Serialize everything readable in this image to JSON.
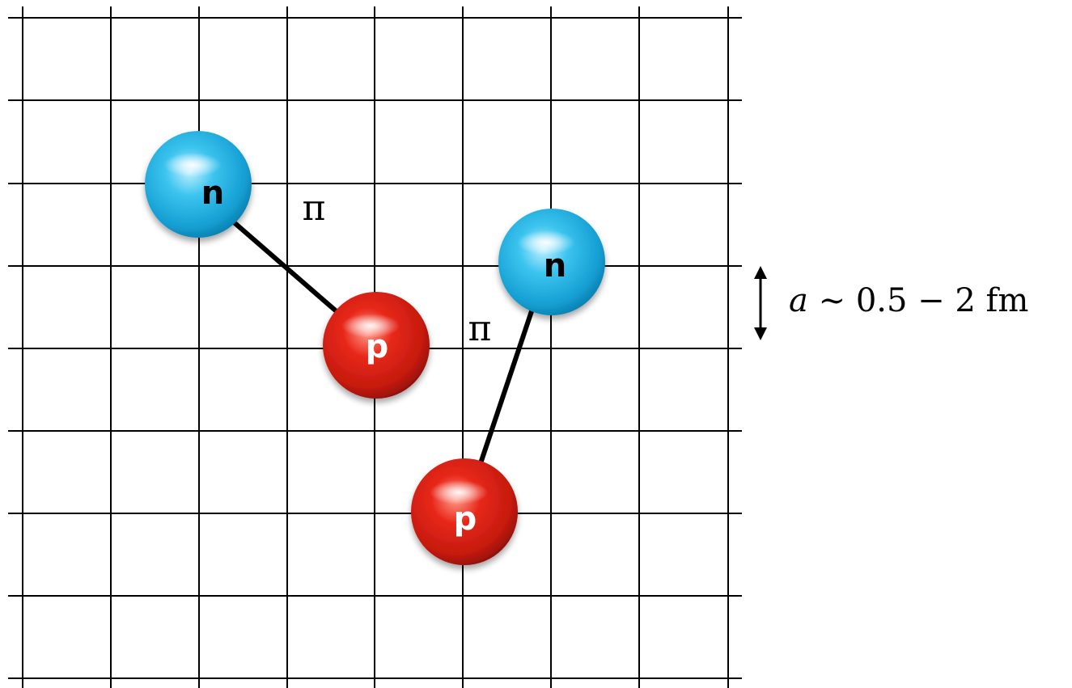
{
  "grid": {
    "line_color": "#000000"
  },
  "nucleons": [
    {
      "type": "neutron",
      "label": "n",
      "color": "#1aa7d9",
      "label_color": "#000000"
    },
    {
      "type": "proton",
      "label": "p",
      "color": "#d81e10",
      "label_color": "#ffffff"
    },
    {
      "type": "neutron",
      "label": "n",
      "color": "#1aa7d9",
      "label_color": "#000000"
    },
    {
      "type": "proton",
      "label": "p",
      "color": "#d81e10",
      "label_color": "#ffffff"
    }
  ],
  "pions": [
    {
      "label": "π"
    },
    {
      "label": "π"
    }
  ],
  "lattice_spacing": {
    "symbol": "a",
    "relation": "∼",
    "range": "0.5 − 2 fm",
    "arrow_icon": "double-headed-vertical-arrow-icon"
  }
}
